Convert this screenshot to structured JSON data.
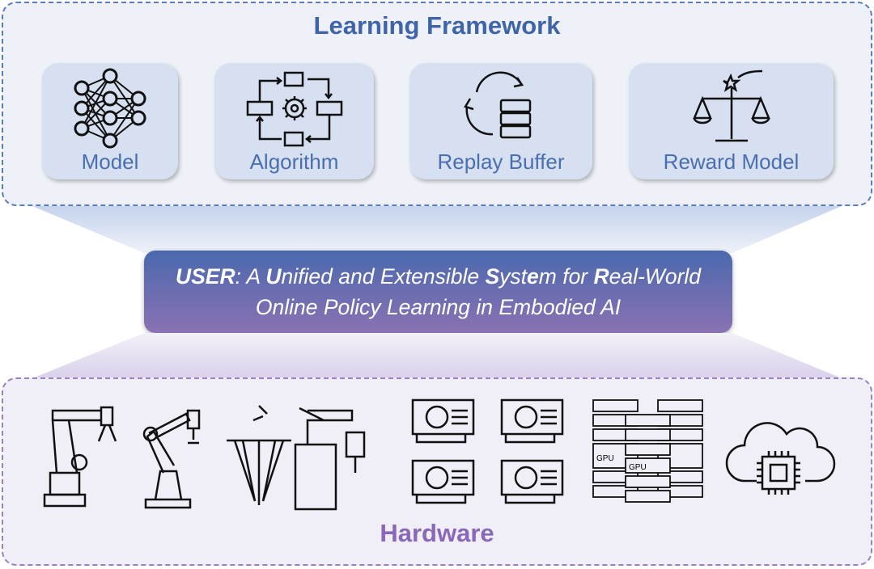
{
  "learning_framework": {
    "title": "Learning Framework",
    "components": [
      {
        "label": "Model",
        "icon": "neural-network-icon"
      },
      {
        "label": "Algorithm",
        "icon": "gear-cycle-icon"
      },
      {
        "label": "Replay Buffer",
        "icon": "database-refresh-icon"
      },
      {
        "label": "Reward Model",
        "icon": "balance-scale-star-icon"
      }
    ]
  },
  "banner": {
    "title_bold": "USER",
    "parts": [
      ": A ",
      "U",
      "nified and Extensible ",
      "S",
      "yst",
      "e",
      "m for ",
      "R",
      "eal-World Online Policy Learning in Embodied AI"
    ]
  },
  "hardware": {
    "title": "Hardware",
    "items": [
      "robot-arm-gripper-icon",
      "robot-arm-suction-icon",
      "delta-robot-icon",
      "gpu-card-icon",
      "server-rack-icon",
      "cloud-chip-icon"
    ],
    "server_labels": [
      "GPU",
      "GPU"
    ]
  },
  "colors": {
    "framework": "#3f64a8",
    "hardware": "#8a68b8",
    "banner_start": "#4a69ad",
    "banner_end": "#8a72b3"
  }
}
